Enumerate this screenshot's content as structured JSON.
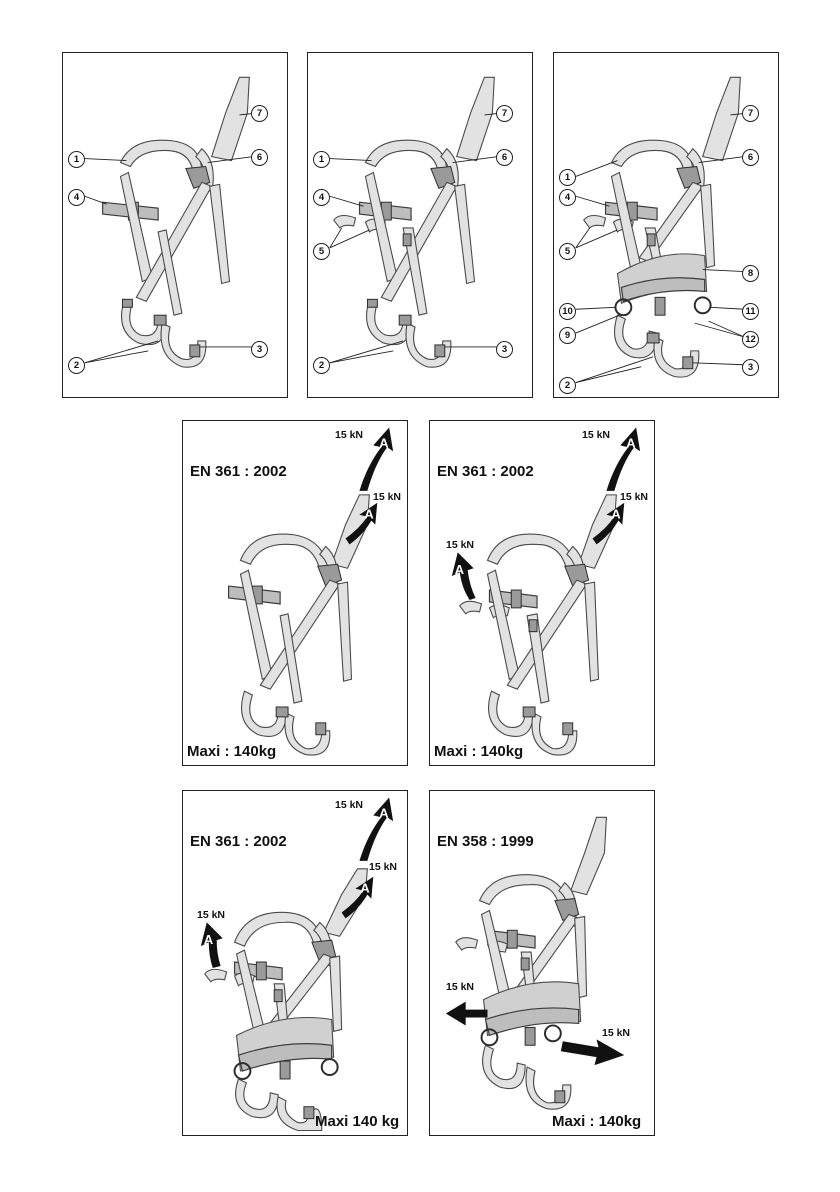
{
  "top_row": {
    "panel1": {
      "callouts": [
        "1",
        "4",
        "2",
        "7",
        "6",
        "3"
      ]
    },
    "panel2": {
      "callouts": [
        "1",
        "4",
        "5",
        "2",
        "7",
        "6",
        "3"
      ]
    },
    "panel3": {
      "callouts": [
        "1",
        "4",
        "5",
        "10",
        "9",
        "2",
        "7",
        "6",
        "8",
        "11",
        "12",
        "3"
      ]
    }
  },
  "middle_row": {
    "panel4": {
      "standard": "EN 361 : 2002",
      "max_load": "Maxi : 140kg",
      "anchor_marker": "A",
      "forces": [
        "15 kN",
        "15 kN"
      ]
    },
    "panel5": {
      "standard": "EN 361 : 2002",
      "max_load": "Maxi : 140kg",
      "anchor_marker": "A",
      "forces": [
        "15 kN",
        "15 kN",
        "15 kN"
      ]
    }
  },
  "bottom_row": {
    "panel6": {
      "standard": "EN 361 : 2002",
      "max_load": "Maxi 140 kg",
      "anchor_marker": "A",
      "forces": [
        "15 kN",
        "15 kN",
        "15 kN"
      ]
    },
    "panel7": {
      "standard": "EN 358 : 1999",
      "max_load": "Maxi : 140kg",
      "forces": [
        "15 kN",
        "15 kN"
      ]
    }
  }
}
